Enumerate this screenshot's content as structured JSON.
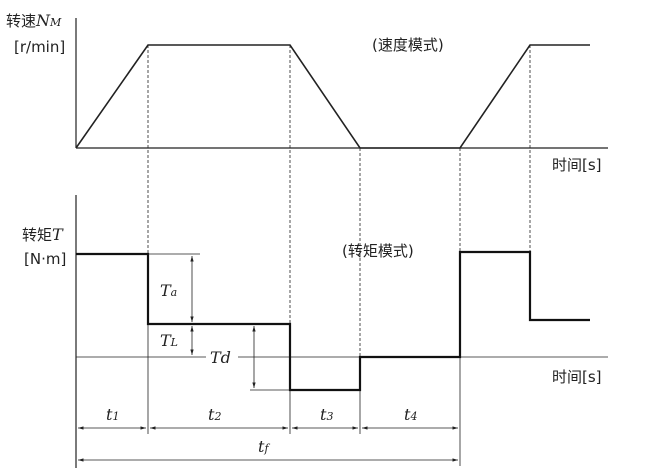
{
  "speed_chart": {
    "y_label": "转速",
    "y_symbol": "N",
    "y_symbol_sub": "M",
    "y_unit": "[r/min]",
    "mode_label": "(速度模式)",
    "x_label": "时间[s]"
  },
  "torque_chart": {
    "y_label": "转矩",
    "y_symbol": "T",
    "y_unit": "[N·m]",
    "mode_label": "(转矩模式)",
    "x_label": "时间[s]",
    "annotations": {
      "ta": "T",
      "ta_sub": "a",
      "tl": "T",
      "tl_sub": "L",
      "td": "Td"
    }
  },
  "intervals": [
    {
      "label": "t",
      "sub": "1"
    },
    {
      "label": "t",
      "sub": "2"
    },
    {
      "label": "t",
      "sub": "3"
    },
    {
      "label": "t",
      "sub": "4"
    }
  ],
  "total_interval": {
    "label": "t",
    "sub": "f"
  }
}
